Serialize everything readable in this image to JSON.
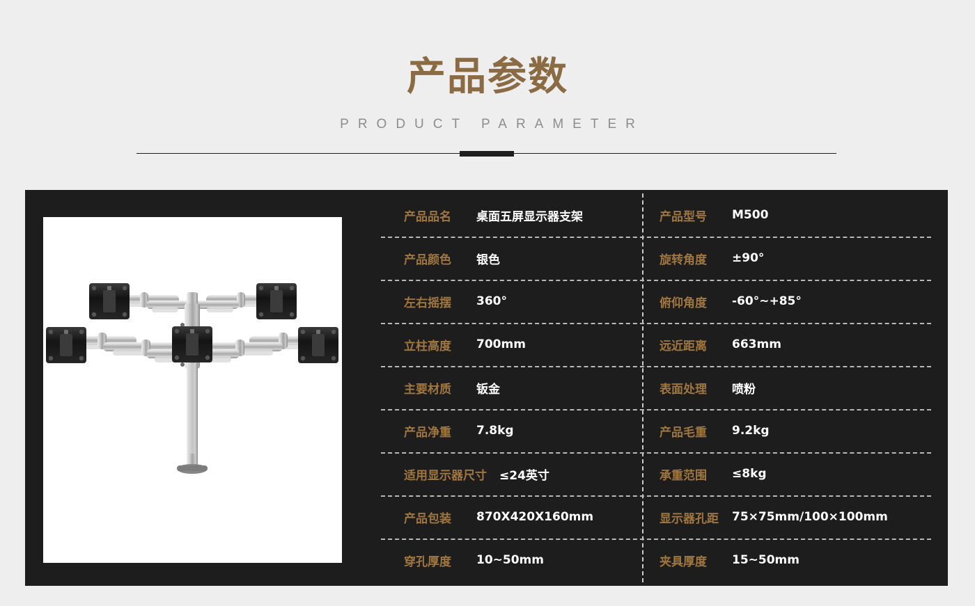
{
  "header": {
    "title_cn": "产品参数",
    "title_en": "PRODUCT  PARAMETER"
  },
  "product_image": {
    "alt": "桌面五屏显示器支架",
    "background": "#ffffff"
  },
  "colors": {
    "page_background": "#eeeeee",
    "panel_background": "#1d1d1d",
    "title_bronze": "#8a6b43",
    "label_bronze": "#a0763f",
    "value_white": "#ffffff",
    "divider_dark": "#1e1e1e",
    "dashed_line": "#b9b9b9"
  },
  "spec_table": {
    "rows": [
      {
        "left_label": "产品品名",
        "left_value": "桌面五屏显示器支架",
        "right_label": "产品型号",
        "right_value": "M500"
      },
      {
        "left_label": "产品颜色",
        "left_value": "银色",
        "right_label": "旋转角度",
        "right_value": "±90°"
      },
      {
        "left_label": "左右摇摆",
        "left_value": "360°",
        "right_label": "俯仰角度",
        "right_value": "-60°~+85°"
      },
      {
        "left_label": "立柱高度",
        "left_value": "700mm",
        "right_label": "远近距离",
        "right_value": "663mm"
      },
      {
        "left_label": "主要材质",
        "left_value": "钣金",
        "right_label": "表面处理",
        "right_value": "喷粉"
      },
      {
        "left_label": "产品净重",
        "left_value": "7.8kg",
        "right_label": "产品毛重",
        "right_value": "9.2kg"
      },
      {
        "left_label": "适用显示器尺寸",
        "left_value": "≤24英寸",
        "right_label": "承重范围",
        "right_value": "≤8kg"
      },
      {
        "left_label": "产品包装",
        "left_value": "870X420X160mm",
        "right_label": "显示器孔距",
        "right_value": "75×75mm/100×100mm"
      },
      {
        "left_label": "穿孔厚度",
        "left_value": "10~50mm",
        "right_label": "夹具厚度",
        "right_value": "15~50mm"
      }
    ]
  }
}
